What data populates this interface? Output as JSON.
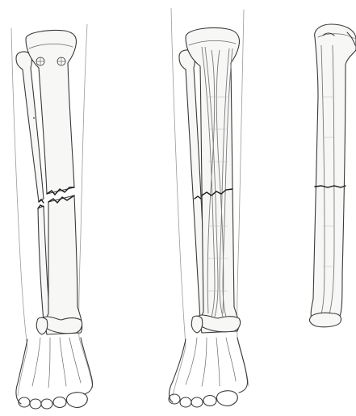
{
  "figure": {
    "panels": [
      {
        "id": "panel-1",
        "fracture": "displaced"
      },
      {
        "id": "panel-2",
        "fracture": "fixed"
      },
      {
        "id": "panel-3",
        "fracture": "fixed"
      }
    ],
    "colors": {
      "line": "#3a3a3a",
      "bone_fill": "#f7f7f5",
      "skin": "#9a9a9a",
      "fracture": "#1a1a1a"
    }
  }
}
